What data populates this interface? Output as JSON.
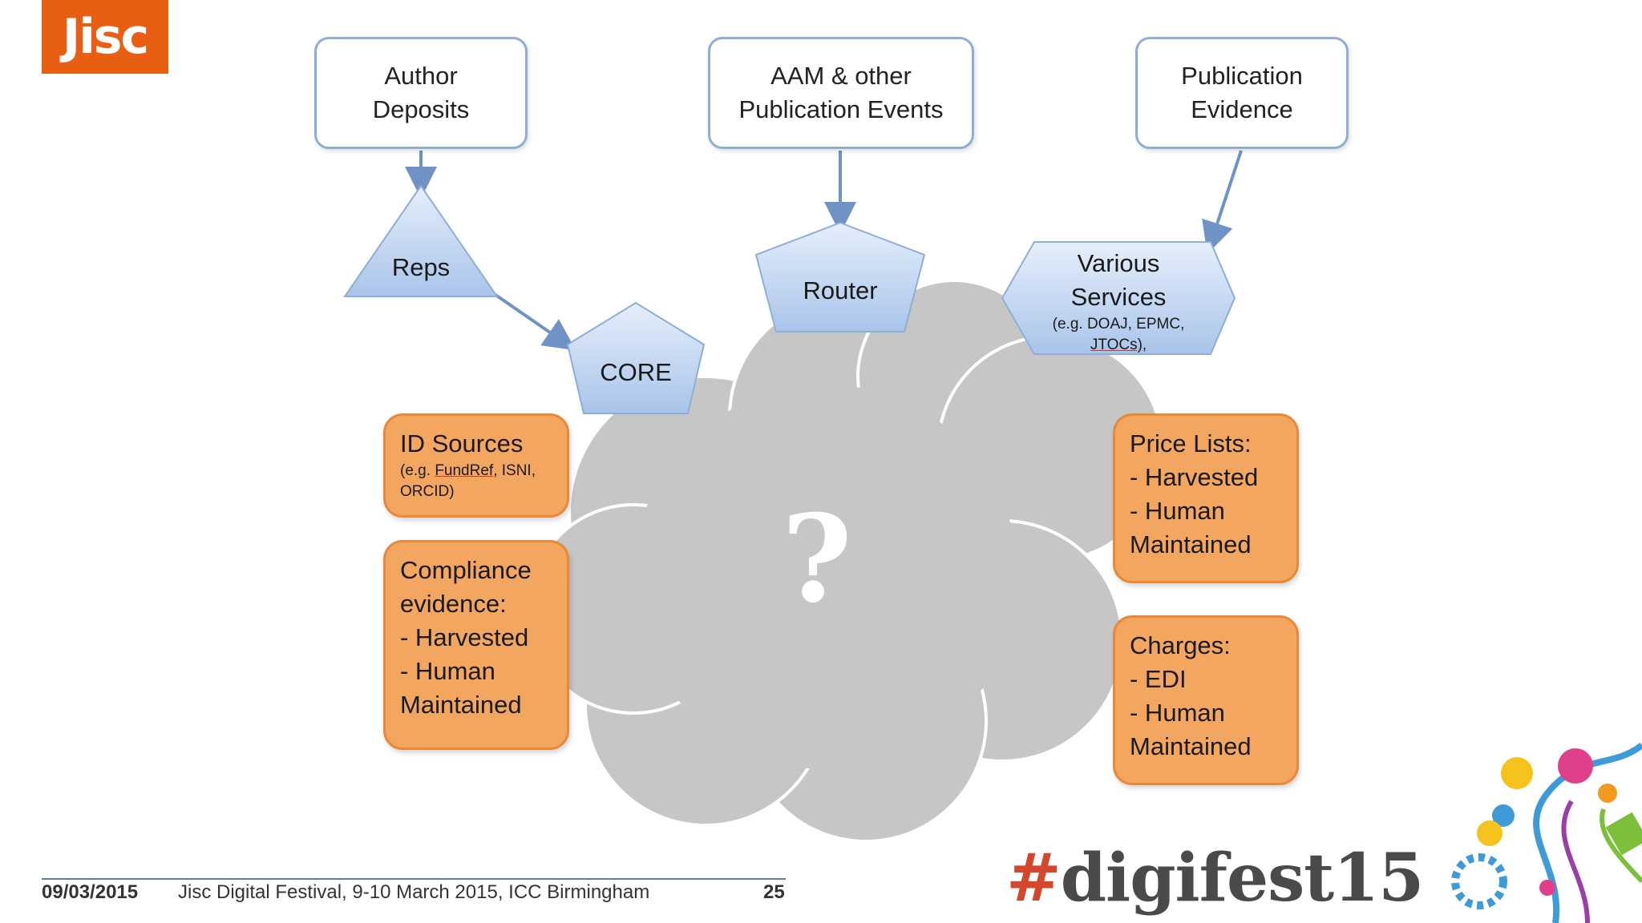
{
  "logo": {
    "text": "Jisc",
    "color": "#e85e13"
  },
  "diagram": {
    "top_boxes": [
      {
        "label": "Author\nDeposits"
      },
      {
        "label": "AAM & other\nPublication Events"
      },
      {
        "label": "Publication\nEvidence"
      }
    ],
    "shapes": {
      "reps": "Reps",
      "core": "CORE",
      "router": "Router",
      "various_title": "Various\nServices",
      "various_sub": "(e.g. DOAJ, EPMC,",
      "various_sub2": "JTOCs),"
    },
    "center_mark": "?",
    "left_boxes": {
      "id_sources": {
        "title": "ID Sources",
        "sub1_pre": "(e.g. ",
        "sub1_link": "FundRef",
        "sub1_post": ", ISNI,",
        "sub2": "ORCID)"
      },
      "compliance": {
        "lines": [
          "Compliance",
          "evidence:",
          "- Harvested",
          "- Human",
          "Maintained"
        ]
      }
    },
    "right_boxes": {
      "price_lists": {
        "lines": [
          "Price Lists:",
          "- Harvested",
          "- Human",
          "Maintained"
        ]
      },
      "charges": {
        "lines": [
          "Charges:",
          "- EDI",
          "- Human",
          "Maintained"
        ]
      }
    },
    "colors": {
      "shape_fill": "#c9dbf3",
      "box_border": "#8eaed6",
      "orange": "#f3a660",
      "cloud": "#c8c8c8"
    }
  },
  "footer": {
    "date": "09/03/2015",
    "event": "Jisc Digital Festival, 9-10 March 2015, ICC Birmingham",
    "page": "25"
  },
  "branding": {
    "hash": "#",
    "hashtag": "digifest15"
  }
}
